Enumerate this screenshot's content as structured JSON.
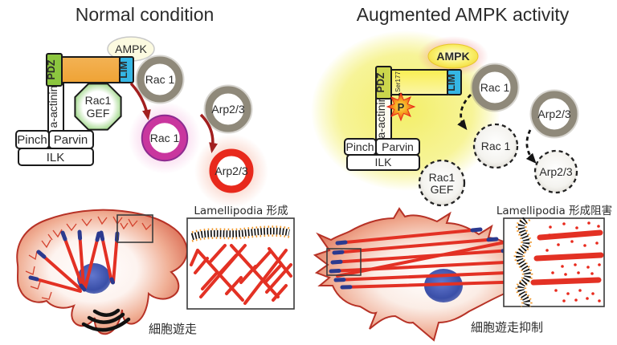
{
  "left_panel": {
    "title": "Normal condition",
    "ampk_label": "AMPK",
    "complex": {
      "pdz": "PDZ",
      "lim": "LIM",
      "a_actinin": "a-actinin",
      "pinch": "Pinch",
      "parvin": "Parvin",
      "ilk": "ILK",
      "rac1_gef_line1": "Rac1",
      "rac1_gef_line2": "GEF"
    },
    "molecules": {
      "rac1_inactive": "Rac 1",
      "rac1_active": "Rac 1",
      "arp23_inactive": "Arp2/3",
      "arp23_active": "Arp2/3"
    },
    "inset_label": "Lamellipodia 形成",
    "caption": "細胞遊走"
  },
  "right_panel": {
    "title": "Augmented AMPK activity",
    "ampk_label": "AMPK",
    "complex": {
      "pdz": "PDZ",
      "lim": "LIM",
      "a_actinin": "a-actinin",
      "ser177": "Ser177",
      "phospho": "P",
      "pinch": "Pinch",
      "parvin": "Parvin",
      "ilk": "ILK",
      "rac1_gef_line1": "Rac1",
      "rac1_gef_line2": "GEF"
    },
    "molecules": {
      "rac1_inactive": "Rac 1",
      "rac1_dashed": "Rac 1",
      "arp23_inactive": "Arp2/3",
      "arp23_dashed": "Arp2/3"
    },
    "inset_label": "Lamellipodia 形成阻害",
    "caption": "細胞遊走抑制"
  },
  "colors": {
    "pdz_green": "#8CC63F",
    "rod_orange": "#F2A93B",
    "lim_cyan": "#35B6E4",
    "rac1_gef_green": "#7DC95E",
    "inactive_ring_gray": "#8F897A",
    "active_rac1_magenta": "#C9369E",
    "active_arp23_red": "#E8291C",
    "arrow_dark_red": "#A21F1F",
    "ampk_active_yellow": "#F8EC3E",
    "ampk_text_red": "#E8291C",
    "phospho_orange": "#F6A21E",
    "nucleus_blue": "#3A4FA8",
    "fiber_red": "#E33124",
    "membrane_orange": "#F29A2E",
    "glow_yellow": "#F2EE60"
  }
}
